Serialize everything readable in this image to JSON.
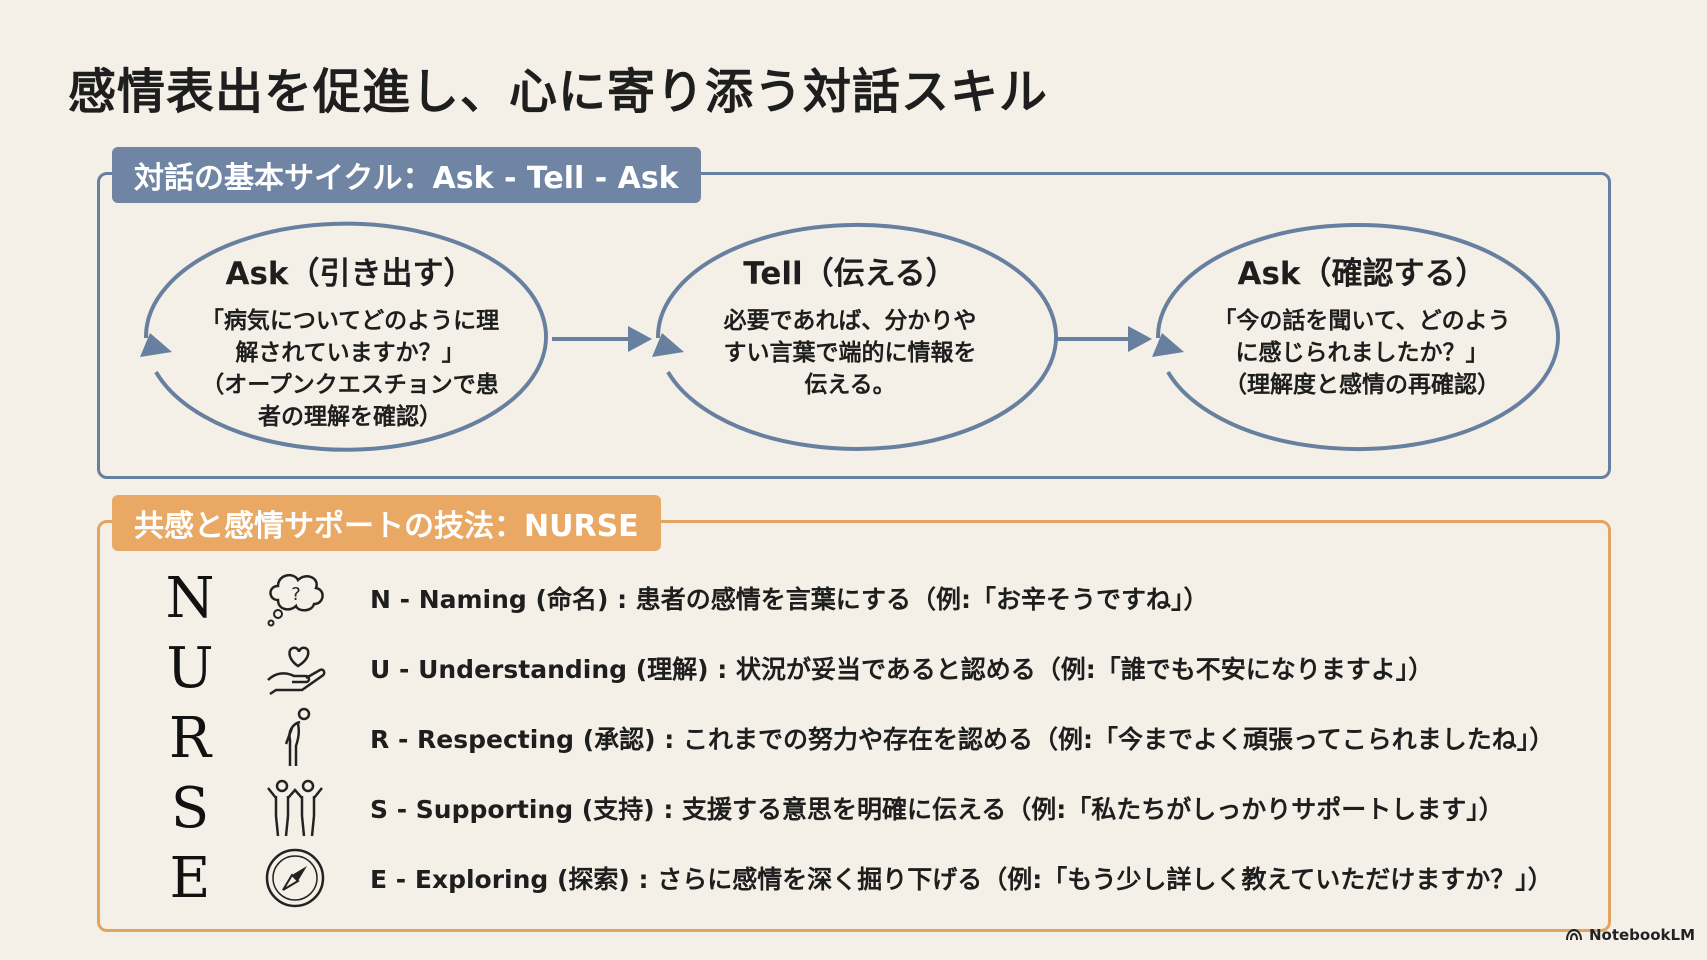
{
  "title": "感情表出を促進し、心に寄り添う対話スキル",
  "cycle": {
    "heading": "対話の基本サイクル：Ask - Tell - Ask",
    "steps": [
      {
        "title": "Ask（引き出す）",
        "body": "「病気についてどのように理\n解されていますか？」\n（オープンクエスチョンで患\n者の理解を確認）"
      },
      {
        "title": "Tell（伝える）",
        "body": "必要であれば、分かりや\nすい言葉で端的に情報を\n伝える。"
      },
      {
        "title": "Ask（確認する）",
        "body": "「今の話を聞いて、どのよう\nに感じられましたか？」\n（理解度と感情の再確認）"
      }
    ]
  },
  "nurse": {
    "heading": "共感と感情サポートの技法：NURSE",
    "items": [
      {
        "letter": "N",
        "icon": "thought-bubble-question-icon",
        "text": "N - Naming (命名) : 患者の感情を言葉にする（例:「お辛そうですね」）"
      },
      {
        "letter": "U",
        "icon": "hand-holding-heart-icon",
        "text": "U - Understanding (理解) : 状況が妥当であると認める（例:「誰でも不安になりますよ」）"
      },
      {
        "letter": "R",
        "icon": "bowing-person-icon",
        "text": "R - Respecting (承認) : これまでの努力や存在を認める（例:「今までよく頑張ってこられましたね」）"
      },
      {
        "letter": "S",
        "icon": "supporting-people-icon",
        "text": "S - Supporting (支持) : 支援する意思を明確に伝える（例:「私たちがしっかりサポートします」）"
      },
      {
        "letter": "E",
        "icon": "compass-icon",
        "text": "E - Exploring (探索) : さらに感情を深く掘り下げる（例:「もう少し詳しく教えていただけますか？」）"
      }
    ]
  },
  "brand": "NotebookLM",
  "colors": {
    "background": "#f4f0e7",
    "cycle_accent": "#67809f",
    "nurse_accent": "#e3a45f"
  }
}
